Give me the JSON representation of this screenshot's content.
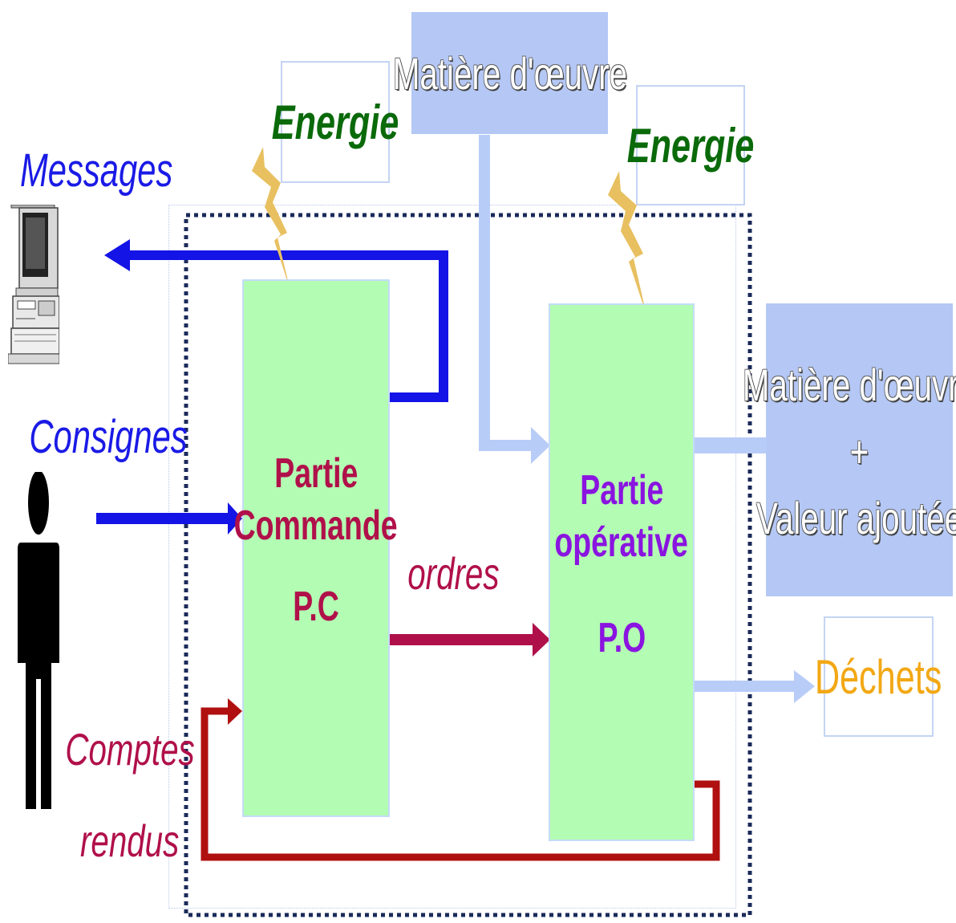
{
  "labels": {
    "energie_left": "Energie",
    "energie_right": "Energie",
    "matiere_top": "Matière d'œuvre",
    "matiere_out_line1": "Matière d'œuvre",
    "matiere_out_line2": "+",
    "matiere_out_line3": "Valeur ajoutée",
    "messages": "Messages",
    "consignes": "Consignes",
    "comptes": "Comptes",
    "rendus": "rendus",
    "ordres": "ordres",
    "pc_line1": "Partie",
    "pc_line2": "Commande",
    "pc_line3": "P.C",
    "po_line1": "Partie",
    "po_line2": "opérative",
    "po_line3": "P.O",
    "dechets": "Déchets"
  },
  "colors": {
    "blue_arrow": "#1414e6",
    "red_arrow": "#b01010",
    "ordres_arrow": "#b0104a",
    "light_arrow": "#b8ccf8",
    "lightning": "#e8c060",
    "frame": "#1a2a5a"
  },
  "icons": {
    "computer": "computer-terminal-icon",
    "person": "person-icon",
    "lightning": "lightning-icon"
  }
}
